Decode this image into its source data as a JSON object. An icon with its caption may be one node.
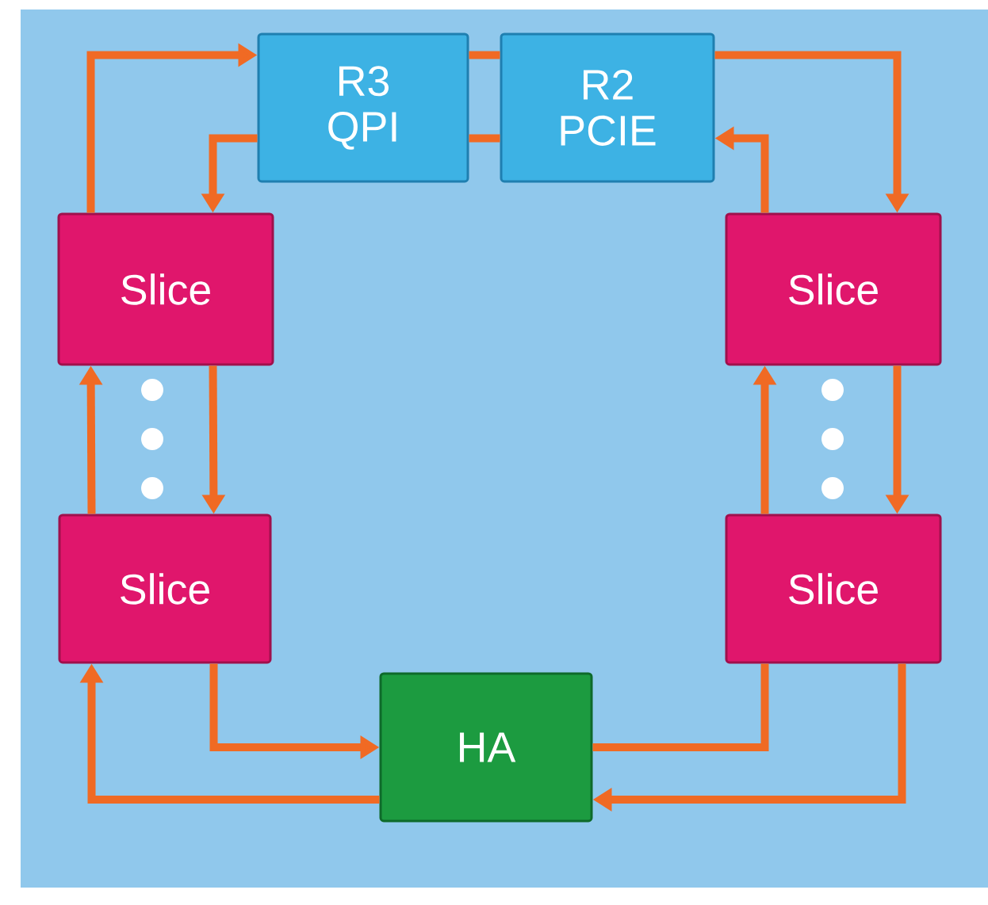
{
  "diagram": {
    "nodes": [
      {
        "text": [
          "R3 QPI"
        ]
      },
      {
        "text": [
          "R2 PCIE"
        ]
      },
      {
        "text": [
          "Slice"
        ]
      },
      {
        "text": [
          "Slice"
        ]
      },
      {
        "text": [
          "Slice"
        ]
      },
      {
        "text": [
          "Slice"
        ]
      },
      {
        "text": [
          "HA"
        ]
      }
    ],
    "edges": [
      {
        "from": 2,
        "to": 0,
        "arrow": "to"
      },
      {
        "from": 0,
        "to": 1,
        "arrow": "none"
      },
      {
        "from": 0,
        "to": 1,
        "arrow": "none"
      },
      {
        "from": 1,
        "to": 3,
        "arrow": "to"
      },
      {
        "from": 3,
        "to": 5,
        "arrow": "to"
      },
      {
        "from": 5,
        "to": 6,
        "arrow": "to"
      },
      {
        "from": 6,
        "to": 4,
        "arrow": "to"
      },
      {
        "from": 4,
        "to": 2,
        "arrow": "to"
      },
      {
        "from": 0,
        "to": 2,
        "arrow": "to"
      },
      {
        "from": 2,
        "to": 4,
        "arrow": "to"
      },
      {
        "from": 4,
        "to": 6,
        "arrow": "to"
      },
      {
        "from": 6,
        "to": 5,
        "arrow": "none"
      },
      {
        "from": 5,
        "to": 3,
        "arrow": "to"
      },
      {
        "from": 3,
        "to": 1,
        "arrow": "to"
      }
    ]
  }
}
